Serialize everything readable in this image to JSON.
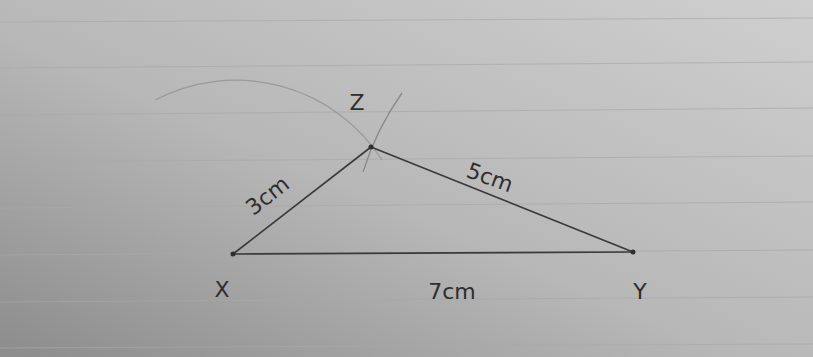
{
  "diagram": {
    "labels": [
      "Z",
      "3cm",
      "5cm",
      "X",
      "7cm",
      "Y"
    ]
  }
}
